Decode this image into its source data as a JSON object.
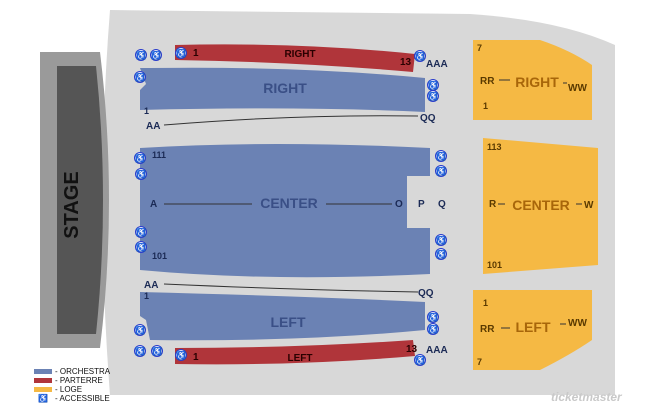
{
  "stage": "STAGE",
  "orchestra": {
    "right": {
      "name": "RIGHT",
      "row_start": "1",
      "row_first": "AA",
      "row_last": "QQ"
    },
    "center": {
      "name": "CENTER",
      "row_first": "A",
      "row_mid": "O",
      "row_p": "P",
      "row_q": "Q",
      "seat_top_left": "111",
      "seat_bottom_left": "101"
    },
    "left": {
      "name": "LEFT",
      "row_start": "1",
      "row_first": "AA",
      "row_last": "QQ"
    }
  },
  "parterre": {
    "right": {
      "name": "RIGHT",
      "seat_first": "1",
      "seat_last": "13",
      "row": "AAA"
    },
    "left": {
      "name": "LEFT",
      "seat_first": "1",
      "seat_last": "13",
      "row": "AAA"
    }
  },
  "loge": {
    "right": {
      "name": "RIGHT",
      "top": "7",
      "bottom": "1",
      "row_first": "RR",
      "row_last": "WW"
    },
    "center": {
      "name": "CENTER",
      "top": "113",
      "bottom": "101",
      "row_first": "R",
      "row_last": "W"
    },
    "left": {
      "name": "LEFT",
      "top": "1",
      "bottom": "7",
      "row_first": "RR",
      "row_last": "WW"
    }
  },
  "legend": [
    {
      "label": "- ORCHESTRA",
      "color": "#6b82b4"
    },
    {
      "label": "- PARTERRE",
      "color": "#b0353a"
    },
    {
      "label": "- LOGE",
      "color": "#f5b944"
    },
    {
      "label": "- ACCESSIBLE",
      "icon": "accessible-icon"
    }
  ],
  "accessible_symbol": "♿",
  "brand": "ticketmaster",
  "colors": {
    "venue_floor": "#d8d8d8",
    "orchestra": "#6b82b4",
    "parterre": "#b0353a",
    "loge": "#f5b944",
    "stage": "#555555",
    "accessible": "#2a3ccc"
  }
}
